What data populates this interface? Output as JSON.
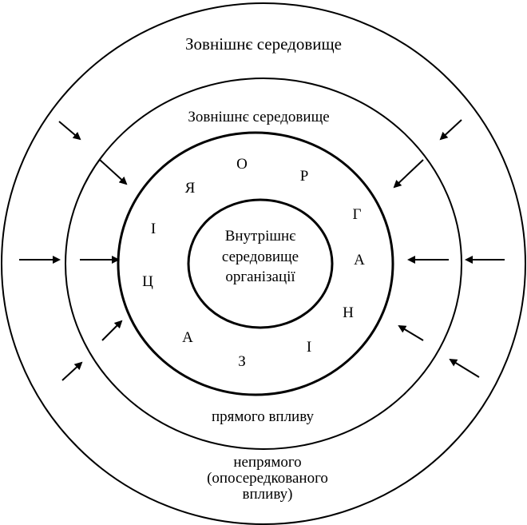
{
  "outer_label": "Зовнішнє середовище",
  "outer_caption": [
    "непрямого",
    "(опосередкованого",
    "впливу)"
  ],
  "middle_label": "Зовнішнє середовище",
  "middle_caption": "прямого впливу",
  "center_label": [
    "Внутрішнє",
    "середовище",
    "організації"
  ],
  "ring_letters": [
    "О",
    "Р",
    "Г",
    "А",
    "Н",
    "І",
    "З",
    "А",
    "Ц",
    "І",
    "Я"
  ],
  "colors": {
    "stroke": "#000000",
    "background": "#ffffff"
  },
  "arrow_count": 12
}
